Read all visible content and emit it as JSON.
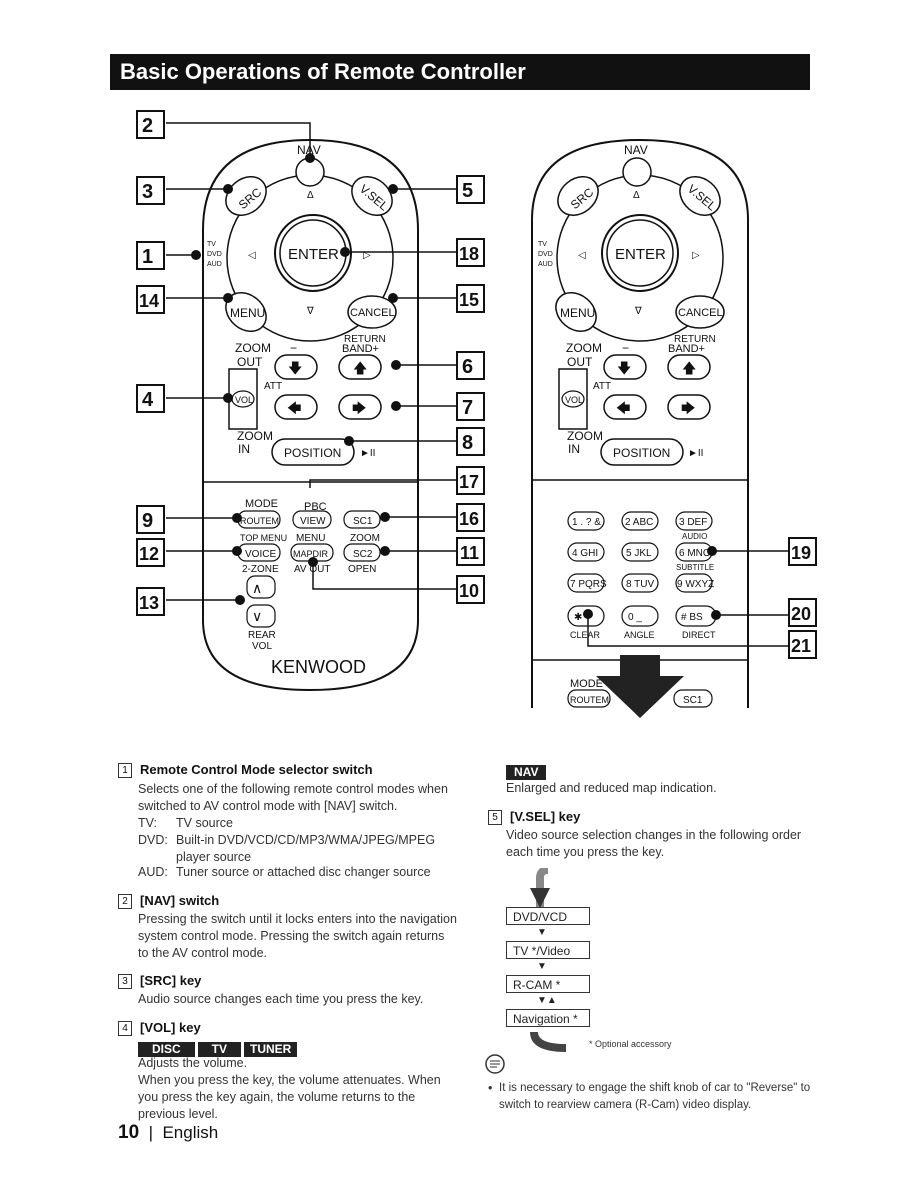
{
  "page": {
    "title": "Basic Operations of Remote Controller",
    "footer_number": "10",
    "footer_lang": "English"
  },
  "remote": {
    "nav": "NAV",
    "src": "SRC",
    "vsel": "V.SEL",
    "enter": "ENTER",
    "menu": "MENU",
    "cancel": "CANCEL",
    "return_label": "RETURN",
    "band": "BAND+",
    "zoom_out": "ZOOM",
    "out": "OUT",
    "zoom_in": "ZOOM",
    "in": "IN",
    "att": "ATT",
    "vol": "VOL",
    "position": "POSITION",
    "play_pause": "►II",
    "mode": "MODE",
    "pbc": "PBC",
    "routem": "ROUTEM",
    "view": "VIEW",
    "sc1": "SC1",
    "top_menu": "TOP MENU",
    "menu_small": "MENU",
    "zoom_small": "ZOOM",
    "voice": "VOICE",
    "mapdir": "MAPDIR",
    "sc2": "SC2",
    "two_zone": "2-ZONE",
    "avout": "AV OUT",
    "open": "OPEN",
    "rear": "REAR",
    "rear_vol": "VOL",
    "brand": "KENWOOD",
    "sw_tv": "TV",
    "sw_dvd": "DVD",
    "sw_aud": "AUD",
    "minus": "−",
    "keypad": {
      "k1": "1 . ? &",
      "k2": "2 ABC",
      "k3": "3 DEF",
      "audio": "AUDIO",
      "k4": "4 GHI",
      "k5": "5 JKL",
      "k6": "6 MNO",
      "subtitle": "SUBTITLE",
      "k7": "7 PQRS",
      "k8": "8 TUV",
      "k9": "9 WXYZ",
      "star": "✱ +",
      "k0": "0  _",
      "hash": "#  BS",
      "clear": "CLEAR",
      "angle": "ANGLE",
      "direct": "DIRECT"
    }
  },
  "callouts": [
    "2",
    "3",
    "1",
    "14",
    "4",
    "9",
    "12",
    "13",
    "5",
    "18",
    "15",
    "6",
    "7",
    "8",
    "17",
    "16",
    "11",
    "10",
    "19",
    "20",
    "21"
  ],
  "items": {
    "i1_num": "1",
    "i1_title": "Remote Control Mode selector switch",
    "i1_text": "Selects one of the following remote control modes when switched to AV control mode with [NAV] switch.",
    "i1_tv_k": "TV:",
    "i1_tv_v": "TV source",
    "i1_dvd_k": "DVD:",
    "i1_dvd_v": "Built-in DVD/VCD/CD/MP3/WMA/JPEG/MPEG player source",
    "i1_aud_k": "AUD:",
    "i1_aud_v": "Tuner source or attached disc changer source",
    "i2_num": "2",
    "i2_title": "[NAV] switch",
    "i2_text": "Pressing the switch until it locks enters into the navigation system control mode. Pressing the switch again returns to the AV control mode.",
    "i3_num": "3",
    "i3_title": "[SRC] key",
    "i3_text": "Audio source changes each time you press the key.",
    "i4_num": "4",
    "i4_title": "[VOL] key",
    "i4_pill1": "DISC",
    "i4_pill2": "TV",
    "i4_pill3": "TUNER",
    "i4_text1": "Adjusts the volume.",
    "i4_text2": "When you press the key, the volume attenuates. When you press the key again, the volume returns to the previous level.",
    "nav_pill": "NAV",
    "nav_text": "Enlarged and reduced map indication.",
    "i5_num": "5",
    "i5_title": "[V.SEL] key",
    "i5_text": "Video source selection changes in the following order each time you press the key.",
    "chain1": "DVD/VCD",
    "chain2": "TV */Video",
    "chain3": "R-CAM *",
    "chain4": "Navigation *",
    "optional": "* Optional accessory",
    "note": "It is necessary to engage the shift knob of car to \"Reverse\" to switch to rearview camera (R-Cam) video display."
  }
}
